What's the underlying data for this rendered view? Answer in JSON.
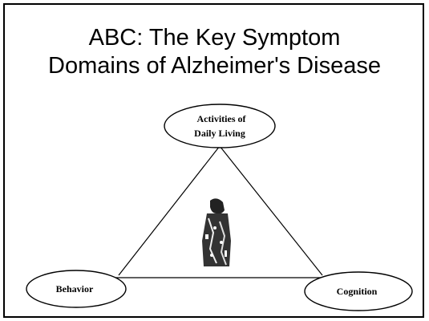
{
  "slide": {
    "title_line1": "ABC: The Key Symptom",
    "title_line2": "Domains of Alzheimer's Disease"
  },
  "diagram": {
    "nodes": {
      "top_line1": "Activities of",
      "top_line2": "Daily Living",
      "left": "Behavior",
      "right": "Cognition"
    },
    "image": "portrait-figure"
  }
}
